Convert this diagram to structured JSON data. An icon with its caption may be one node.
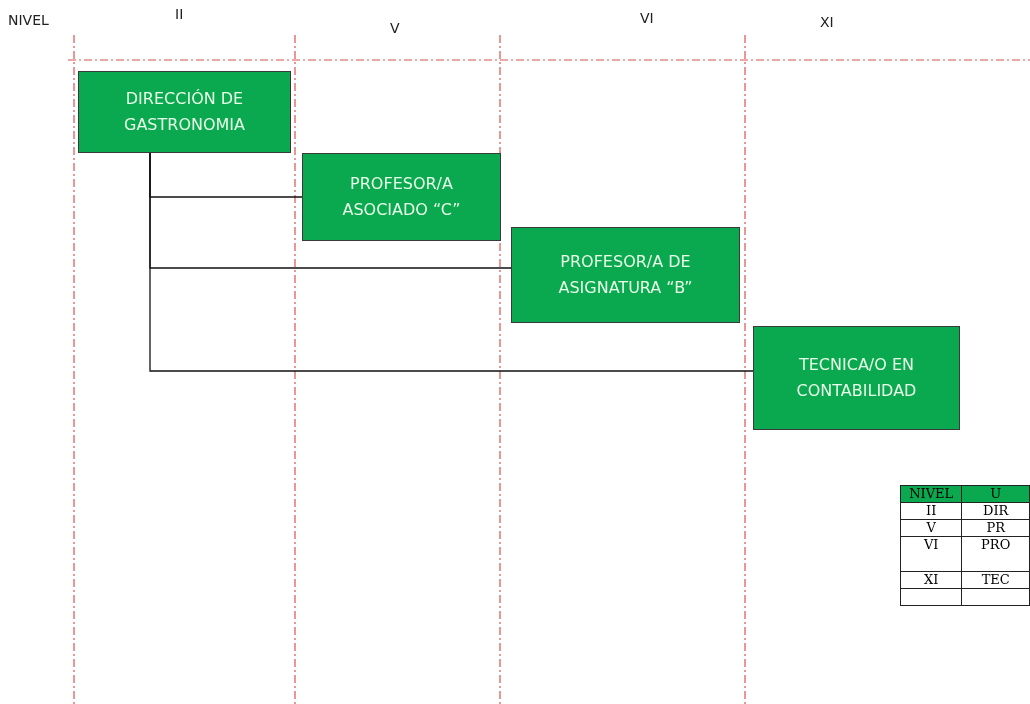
{
  "diagram": {
    "nodes": [
      {
        "text": [
          "DIRECCIÓN DE GASTRONOMIA"
        ]
      },
      {
        "text": [
          "PROFESOR/A ASOCIADO “C”"
        ]
      },
      {
        "text": [
          "PROFESOR/A DE ASIGNATURA “B”"
        ]
      },
      {
        "text": [
          "TECNICA/O EN CONTABILIDAD"
        ]
      }
    ],
    "edges": [
      {
        "from": 0,
        "to": 1,
        "arrow": "none"
      },
      {
        "from": 0,
        "to": 2,
        "arrow": "none"
      },
      {
        "from": 0,
        "to": 3,
        "arrow": "none"
      }
    ],
    "labels": [
      "NIVEL",
      "II",
      "V",
      "VI",
      "XI",
      "NIVEL",
      "U",
      "II",
      "DIR",
      "V",
      "PR",
      "VI",
      "PRO",
      "XI",
      "TEC"
    ]
  }
}
